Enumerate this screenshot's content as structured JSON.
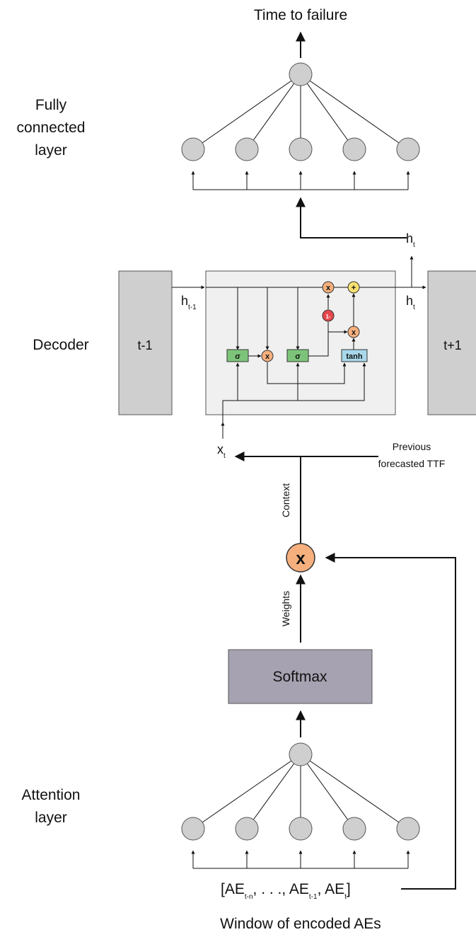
{
  "outputs": {
    "title": "Time to failure"
  },
  "sections": {
    "fc": [
      "Fully",
      "connected",
      "layer"
    ],
    "decoder": "Decoder",
    "attention": [
      "Attention",
      "layer"
    ]
  },
  "decoder": {
    "prev_cell": "t-1",
    "next_cell": "t+1",
    "h_in": "h",
    "h_in_sub": "t-1",
    "h_out": "h",
    "h_out_sub": "t",
    "h_up": "h",
    "h_up_sub": "t",
    "x_in": "x",
    "x_in_sub": "t",
    "gates": {
      "sigma": "σ",
      "tanh": "tanh",
      "mult": "x",
      "add": "+",
      "one_minus": "1-"
    }
  },
  "labels": {
    "previous": [
      "Previous",
      "forecasted TTF"
    ],
    "context": "Context",
    "weights": "Weights",
    "softmax": "Softmax",
    "multiply": "x"
  },
  "input": {
    "open": "[AE",
    "s1": "t-n",
    "mid": ",  . . .,  AE",
    "s2": "t-1",
    "mid2": ",  AE",
    "s3": "t",
    "close": "]",
    "caption": "Window of encoded AEs"
  },
  "colors": {
    "node": "#cfcfcf",
    "sigma_gate": "#7dc47a",
    "tanh_gate": "#a8d8ea",
    "mult_op": "#f6b07e",
    "add_op": "#f7e070",
    "one_minus_op": "#e5484d",
    "softmax": "#a6a2b1",
    "cell": "#cfcfcf",
    "decoder_box": "#f0f0f0"
  }
}
